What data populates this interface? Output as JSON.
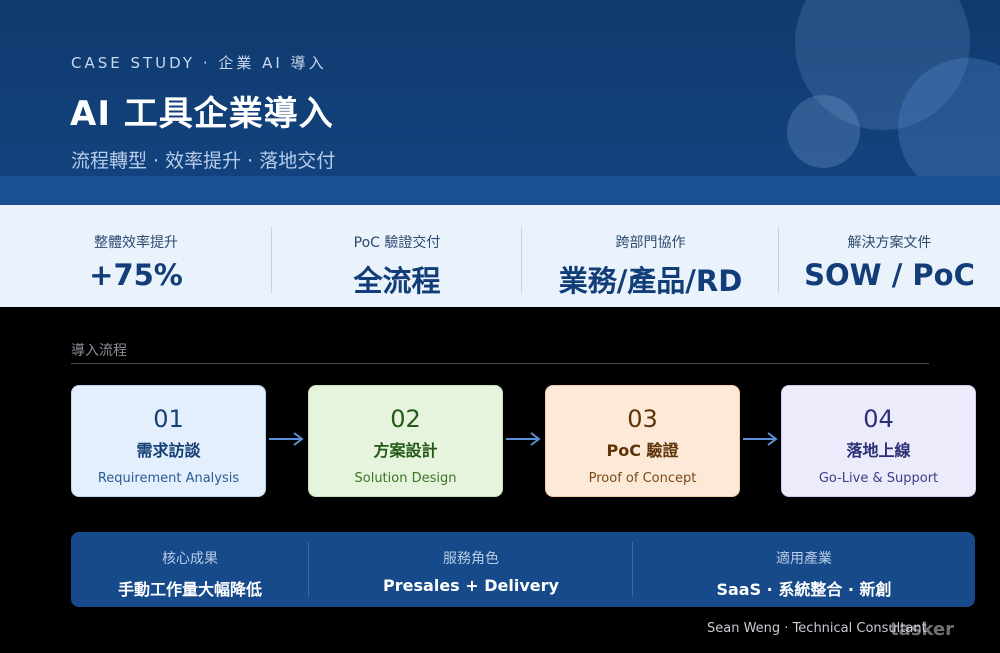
{
  "header": {
    "eyebrow": "CASE STUDY · 企業 AI 導入",
    "title": "AI 工具企業導入",
    "subtitle": "流程轉型 · 效率提升 · 落地交付"
  },
  "stats": [
    {
      "label": "整體效率提升",
      "value": "+75%"
    },
    {
      "label": "PoC 驗證交付",
      "value": "全流程"
    },
    {
      "label": "跨部門協作",
      "value": "業務/產品/RD"
    },
    {
      "label": "解決方案文件",
      "value": "SOW / PoC"
    }
  ],
  "process": {
    "title": "導入流程",
    "steps": [
      {
        "num": "01",
        "name": "需求訪談",
        "en": "Requirement Analysis"
      },
      {
        "num": "02",
        "name": "方案設計",
        "en": "Solution Design"
      },
      {
        "num": "03",
        "name": "PoC 驗證",
        "en": "Proof of Concept"
      },
      {
        "num": "04",
        "name": "落地上線",
        "en": "Go-Live & Support"
      }
    ]
  },
  "summary": [
    {
      "label": "核心成果",
      "value": "手動工作量大幅降低"
    },
    {
      "label": "服務角色",
      "value": "Presales + Delivery"
    },
    {
      "label": "適用產業",
      "value": "SaaS · 系統整合 · 新創"
    }
  ],
  "footer": {
    "credit": "Sean Weng · Technical Consultant",
    "watermark": "tasker"
  },
  "colors": {
    "header_bg": "#134480",
    "stats_bg": "#eaf2fb",
    "accent_blue": "#123d78",
    "arrow": "#5b8fd6",
    "bottom_bg": "#174a8a"
  }
}
